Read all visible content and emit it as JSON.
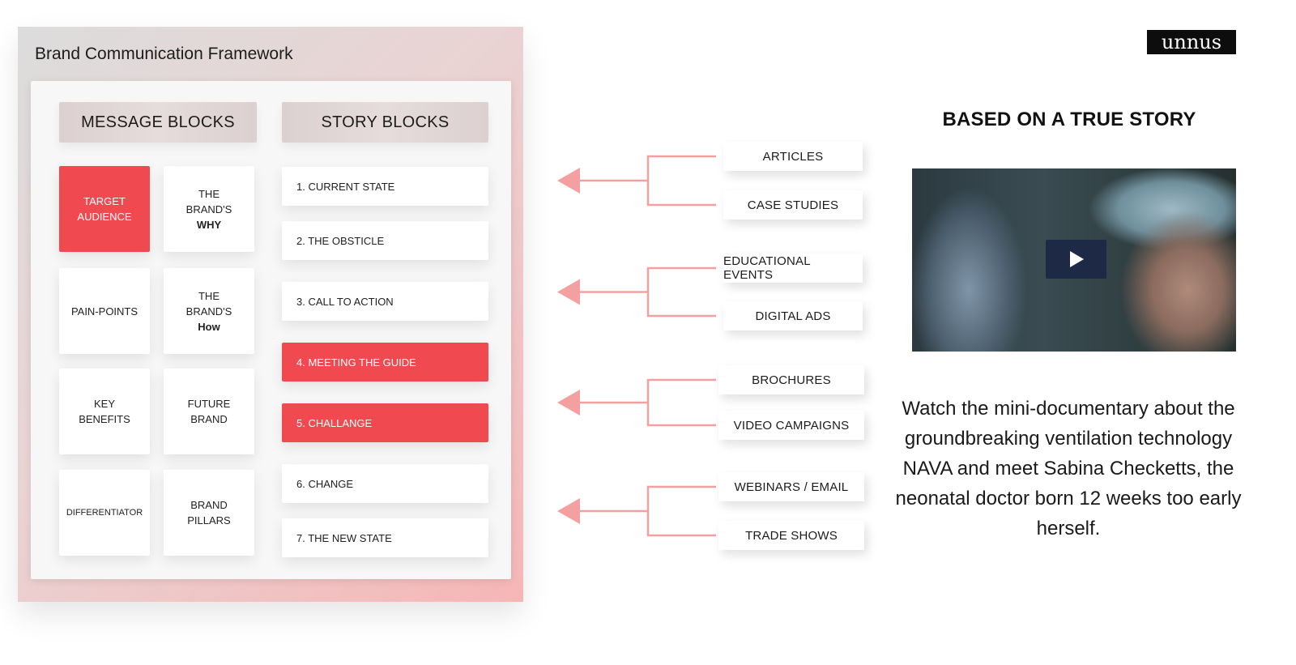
{
  "framework": {
    "title": "Brand Communication Framework",
    "message_header": "MESSAGE BLOCKS",
    "story_header": "STORY BLOCKS",
    "message_blocks": [
      {
        "lines": [
          "TARGET",
          "AUDIENCE"
        ],
        "highlight": true
      },
      {
        "lines": [
          "THE",
          "BRAND'S"
        ],
        "bold": "WHY",
        "highlight": false
      },
      {
        "lines": [
          "PAIN-POINTS"
        ],
        "highlight": false
      },
      {
        "lines": [
          "THE",
          "BRAND'S"
        ],
        "bold": "How",
        "highlight": false
      },
      {
        "lines": [
          "KEY",
          "BENEFITS"
        ],
        "highlight": false
      },
      {
        "lines": [
          "FUTURE",
          "BRAND"
        ],
        "highlight": false
      },
      {
        "lines": [
          "DIFFERENTIATOR"
        ],
        "highlight": false
      },
      {
        "lines": [
          "BRAND",
          "PILLARS"
        ],
        "highlight": false
      }
    ],
    "story_blocks": [
      {
        "label": "1. CURRENT STATE",
        "highlight": false
      },
      {
        "label": "2. THE OBSTICLE",
        "highlight": false
      },
      {
        "label": "3. CALL TO ACTION",
        "highlight": false
      },
      {
        "label": "4. MEETING THE GUIDE",
        "highlight": true
      },
      {
        "label": "5. CHALLANGE",
        "highlight": true
      },
      {
        "label": "6. CHANGE",
        "highlight": false
      },
      {
        "label": "7. THE NEW STATE",
        "highlight": false
      }
    ]
  },
  "channels": [
    [
      "ARTICLES",
      "CASE STUDIES"
    ],
    [
      "EDUCATIONAL EVENTS",
      "DIGITAL ADS"
    ],
    [
      "BROCHURES",
      "VIDEO  CAMPAIGNS"
    ],
    [
      "WEBINARS / EMAIL",
      "TRADE SHOWS"
    ]
  ],
  "logo": {
    "text": "unnus"
  },
  "story": {
    "title": "BASED ON A TRUE STORY",
    "description": "Watch the mini-documentary about the groundbreaking ventilation technology NAVA and meet Sabina Checketts, the neonatal doctor born 12 weeks too early herself."
  },
  "video": {
    "play_icon": "play-icon"
  },
  "colors": {
    "accent_red": "#f04a50",
    "connector_pink": "#f5a0a0",
    "play_button": "#1e2a45"
  }
}
